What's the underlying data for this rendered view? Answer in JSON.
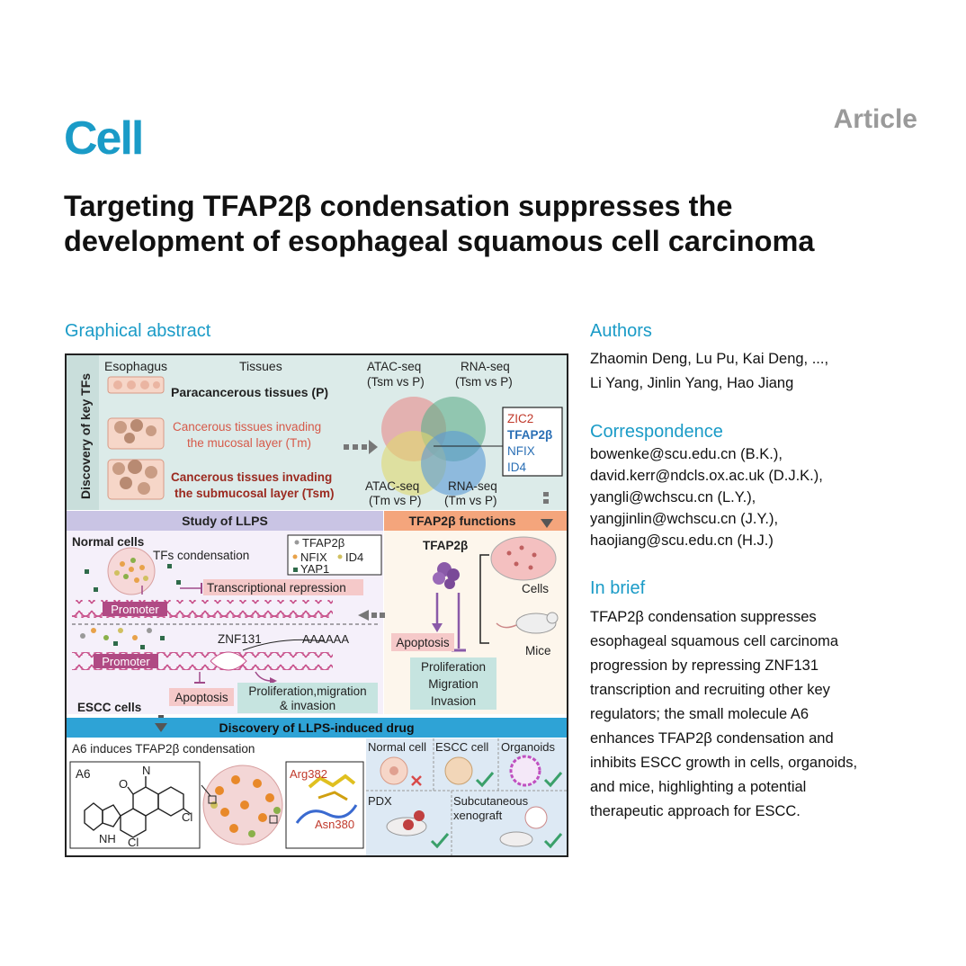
{
  "header": {
    "journal": "Cell",
    "article_type": "Article"
  },
  "title": "Targeting TFAP2β condensation suppresses the development of esophageal squamous cell carcinoma",
  "graphical_abstract": {
    "heading": "Graphical abstract",
    "side_label": "Discovery of key TFs",
    "col_esophagus": "Esophagus",
    "col_tissues": "Tissues",
    "tissue_p": "Paracancerous tissues (P)",
    "tissue_tm_1": "Cancerous tissues invading",
    "tissue_tm_2": "the mucosal layer (Tm)",
    "tissue_tsm_1": "Cancerous tissues invading",
    "tissue_tsm_2": "the submucosal layer (Tsm)",
    "atac1_1": "ATAC-seq",
    "atac1_2": "(Tsm vs P)",
    "rna1_1": "RNA-seq",
    "rna1_2": "(Tsm vs P)",
    "atac2_1": "ATAC-seq",
    "atac2_2": "(Tm vs P)",
    "rna2_1": "RNA-seq",
    "rna2_2": "(Tm vs P)",
    "tf_zic2": "ZIC2",
    "tf_tfap2b": "TFAP2β",
    "tf_nfix": "NFIX",
    "tf_id4": "ID4",
    "llps_header": "Study of LLPS",
    "functions_header": "TFAP2β functions",
    "normal_cells": "Normal cells",
    "tfs_condensation": "TFs condensation",
    "legend_tfap2b": "TFAP2β",
    "legend_nfix": "NFIX",
    "legend_id4": "ID4",
    "legend_yap1": "YAP1",
    "transcriptional_repression": "Transcriptional repression",
    "promoter_1": "Promoter",
    "promoter_2": "Promoter",
    "znf131": "ZNF131",
    "polya": "AAAAAA",
    "apoptosis_left": "Apoptosis",
    "prolif_1": "Proliferation,migration",
    "prolif_2": "& invasion",
    "escc_cells": "ESCC cells",
    "fn_tfap2b": "TFAP2β",
    "fn_cells": "Cells",
    "fn_mice": "Mice",
    "fn_apoptosis": "Apoptosis",
    "fn_prolif": "Proliferation",
    "fn_migration": "Migration",
    "fn_invasion": "Invasion",
    "drug_header": "Discovery of LLPS-induced drug",
    "a6_induces": "A6 induces TFAP2β condensation",
    "a6": "A6",
    "chem_o": "O",
    "chem_n": "N",
    "chem_nh": "NH",
    "chem_cl1": "Cl",
    "chem_cl2": "Cl",
    "arg382": "Arg382",
    "asn380": "Asn380",
    "normal_cell": "Normal cell",
    "escc_cell": "ESCC cell",
    "organoids": "Organoids",
    "pdx": "PDX",
    "subcut_1": "Subcutaneous",
    "subcut_2": "xenograft"
  },
  "authors": {
    "heading": "Authors",
    "line1": "Zhaomin Deng, Lu Pu, Kai Deng, ...,",
    "line2": "Li Yang, Jinlin Yang, Hao Jiang"
  },
  "correspondence": {
    "heading": "Correspondence",
    "emails": [
      "bowenke@scu.edu.cn (B.K.),",
      "david.kerr@ndcls.ox.ac.uk (D.J.K.),",
      "yangli@wchscu.cn (L.Y.),",
      "yangjinlin@wchscu.cn (J.Y.),",
      "haojiang@scu.edu.cn (H.J.)"
    ]
  },
  "in_brief": {
    "heading": "In brief",
    "lines": [
      "TFAP2β condensation suppresses",
      "esophageal squamous cell carcinoma",
      "progression by repressing ZNF131",
      "transcription and recruiting other key",
      "regulators; the small molecule A6",
      "enhances TFAP2β condensation and",
      "inhibits ESCC growth in cells, organoids,",
      "and mice, highlighting a potential",
      "therapeutic approach for ESCC."
    ]
  },
  "colors": {
    "brand": "#1a9bc7",
    "article_gray": "#9a9a9a",
    "panel_teal": "#dcebe9",
    "llps_purple": "#c9c4e4",
    "functions_orange": "#f4a57c",
    "drug_blue": "#2ea3d6",
    "red_text": "#c0392b",
    "tf_blue": "#2a6fb5"
  }
}
